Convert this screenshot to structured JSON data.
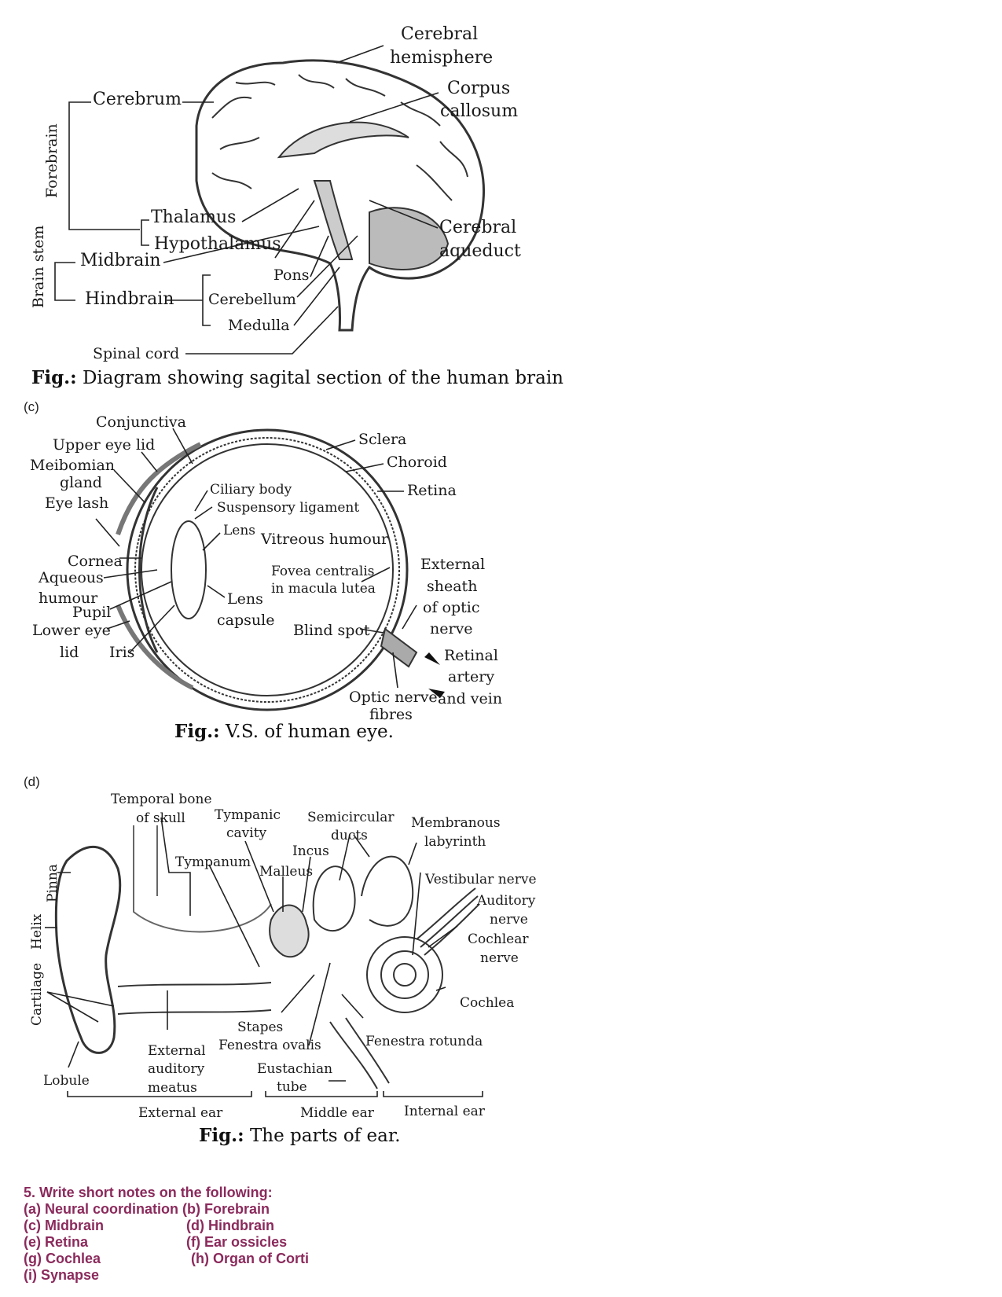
{
  "brain": {
    "labels": {
      "cerebral_hemisphere_1": "Cerebral",
      "cerebral_hemisphere_2": "hemisphere",
      "corpus_callosum_1": "Corpus",
      "corpus_callosum_2": "callosum",
      "cerebrum": "Cerebrum",
      "forebrain": "Forebrain",
      "thalamus": "Thalamus",
      "hypothalamus": "Hypothalamus",
      "brain_stem": "Brain stem",
      "midbrain": "Midbrain",
      "pons": "Pons",
      "hindbrain": "Hindbrain",
      "cerebellum": "Cerebellum",
      "medulla": "Medulla",
      "cerebral_aqueduct_1": "Cerebral",
      "cerebral_aqueduct_2": "aqueduct",
      "spinal_cord": "Spinal cord"
    },
    "caption_prefix": "Fig.:",
    "caption_text": " Diagram showing sagital section of the human brain"
  },
  "eye": {
    "tag": "(c)",
    "labels": {
      "conjunctiva": "Conjunctiva",
      "upper_eye_lid": "Upper eye lid",
      "meibomian_1": "Meibomian",
      "meibomian_2": "gland",
      "eye_lash": "Eye lash",
      "sclera": "Sclera",
      "choroid": "Choroid",
      "retina": "Retina",
      "ciliary_body": "Ciliary body",
      "suspensory_ligament": "Suspensory ligament",
      "lens": "Lens",
      "vitreous_humour": "Vitreous humour",
      "cornea": "Cornea",
      "aqueous_1": "Aqueous",
      "aqueous_2": "humour",
      "pupil": "Pupil",
      "lower_eye_1": "Lower eye",
      "lower_eye_2": "lid",
      "iris": "Iris",
      "fovea_1": "Fovea centralis",
      "fovea_2": "in macula lutea",
      "lens_capsule_1": "Lens",
      "lens_capsule_2": "capsule",
      "blind_spot": "Blind spot",
      "external_sheath_1": "External",
      "external_sheath_2": "sheath",
      "external_sheath_3": "of optic",
      "external_sheath_4": "nerve",
      "retinal_1": "Retinal",
      "retinal_2": "artery",
      "retinal_3": "and vein",
      "optic_1": "Optic nerve",
      "optic_2": "fibres"
    },
    "caption_prefix": "Fig.:",
    "caption_text": " V.S. of human eye."
  },
  "ear": {
    "tag": "(d)",
    "labels": {
      "temporal_1": "Temporal bone",
      "temporal_2": "of skull",
      "tympanic_1": "Tympanic",
      "tympanic_2": "cavity",
      "semicircular_1": "Semicircular",
      "semicircular_2": "ducts",
      "membranous_1": "Membranous",
      "membranous_2": "labyrinth",
      "incus": "Incus",
      "tympanum": "Tympanum",
      "malleus": "Malleus",
      "vestibular_nerve": "Vestibular nerve",
      "auditory_1": "Auditory",
      "auditory_2": "nerve",
      "cochlear_1": "Cochlear",
      "cochlear_2": "nerve",
      "pinna": "Pinna",
      "helix": "Helix",
      "cartilage": "Cartilage",
      "cochlea": "Cochlea",
      "stapes": "Stapes",
      "fenestra_ovalis": "Fenestra ovalis",
      "fenestra_rotunda": "Fenestra rotunda",
      "external_auditory_1": "External",
      "external_auditory_2": "auditory",
      "external_auditory_3": "meatus",
      "eustachian_1": "Eustachian",
      "eustachian_2": "tube",
      "lobule": "Lobule",
      "external_ear": "External ear",
      "middle_ear": "Middle ear",
      "internal_ear": "Internal ear"
    },
    "caption_prefix": "Fig.:",
    "caption_text": " The parts of ear."
  },
  "question": {
    "title": "5. Write short notes on the following:",
    "line1": "(a) Neural coordination (b) Forebrain",
    "line2": "(c) Midbrain                     (d) Hindbrain",
    "line3": "(e) Retina                         (f) Ear ossicles",
    "line4": "(g) Cochlea                       (h) Organ of Corti",
    "line5": "(i) Synapse"
  }
}
